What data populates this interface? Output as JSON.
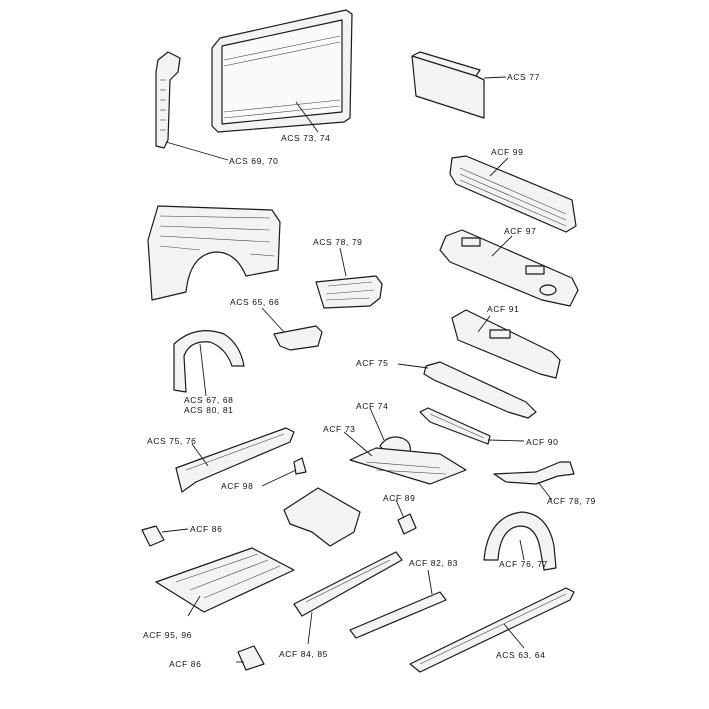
{
  "labels": {
    "acs_77": "ACS 77",
    "acs_73_74": "ACS 73, 74",
    "acs_69_70": "ACS 69, 70",
    "acf_99": "ACF 99",
    "acf_97": "ACF 97",
    "acs_78_79": "ACS 78, 79",
    "acs_65_66": "ACS 65, 66",
    "acf_91": "ACF 91",
    "acs_67_68": "ACS 67, 68",
    "acs_80_81": "ACS 80, 81",
    "acf_75": "ACF 75",
    "acf_74": "ACF 74",
    "acf_73": "ACF 73",
    "acs_75_76": "ACS 75, 76",
    "acf_90": "ACF 90",
    "acf_98": "ACF 98",
    "acf_78_79": "ACF 78, 79",
    "acf_89": "ACF 89",
    "acf_86_a": "ACF 86",
    "acf_82_83": "ACF 82, 83",
    "acf_76_77": "ACF 76, 77",
    "acf_95_96": "ACF 95, 96",
    "acf_84_85": "ACF 84, 85",
    "acs_63_64": "ACS 63, 64",
    "acf_86_b": "ACF 86"
  }
}
